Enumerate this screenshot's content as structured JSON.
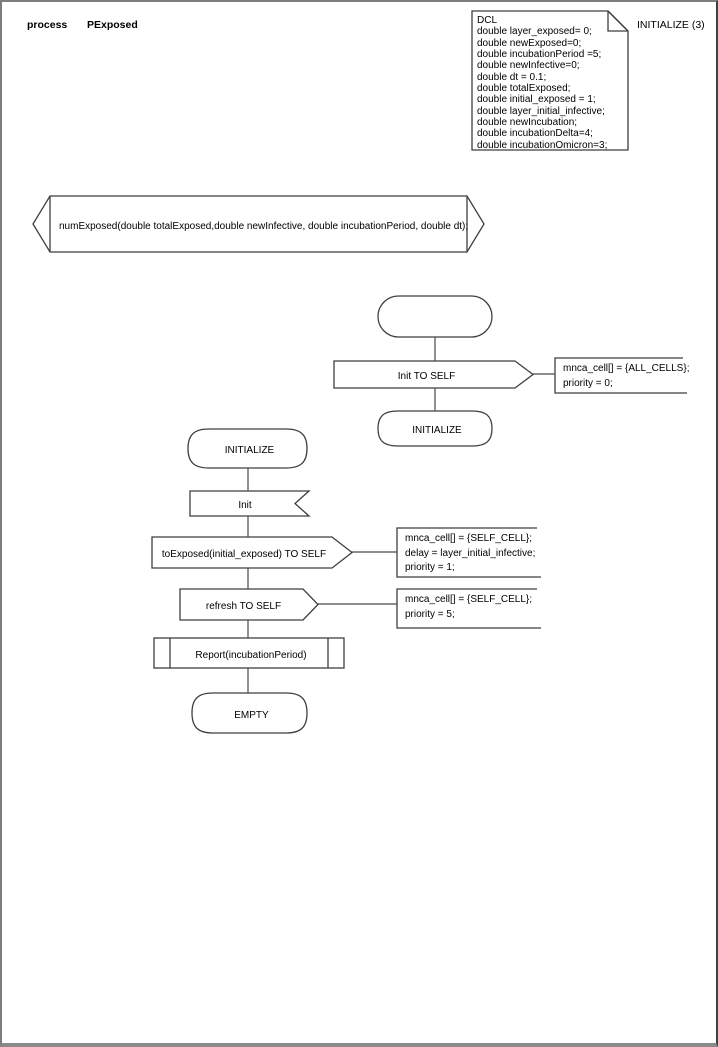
{
  "header": {
    "kind_label": "process",
    "process_name": "PExposed",
    "page_label": "INITIALIZE (3)"
  },
  "colors": {
    "shape_stroke": "#3f3f3f",
    "text": "#000000",
    "page_background": "#ffffff",
    "page_border": "#808080"
  },
  "declarations": {
    "dcl_lines": [
      "DCL",
      "double layer_exposed= 0;",
      "double newExposed=0;",
      "double incubationPeriod =5;",
      "double newInfective=0;",
      "double dt = 0.1;",
      "double totalExposed;",
      "double initial_exposed = 1;",
      "double layer_initial_infective;",
      "double newIncubation;",
      "double incubationDelta=4;",
      "double incubationOmicron=3;"
    ],
    "procedure_signature": "numExposed(double totalExposed,double newInfective, double incubationPeriod, double dt);"
  },
  "start_flow": {
    "start_state_label": "",
    "output_label": "Init TO SELF",
    "output_comment_lines": [
      "mnca_cell[] = {ALL_CELLS};",
      "priority = 0;"
    ],
    "next_state_label": "INITIALIZE"
  },
  "initialize_flow": {
    "state_label": "INITIALIZE",
    "input_label": "Init",
    "output1_label": "toExposed(initial_exposed) TO SELF",
    "output1_comment_lines": [
      "mnca_cell[] = {SELF_CELL};",
      "delay = layer_initial_infective;",
      "priority = 1;"
    ],
    "output2_label": "refresh TO SELF",
    "output2_comment_lines": [
      "mnca_cell[] = {SELF_CELL};",
      "priority = 5;"
    ],
    "procedure_call_label": "Report(incubationPeriod)",
    "next_state_label": "EMPTY"
  }
}
